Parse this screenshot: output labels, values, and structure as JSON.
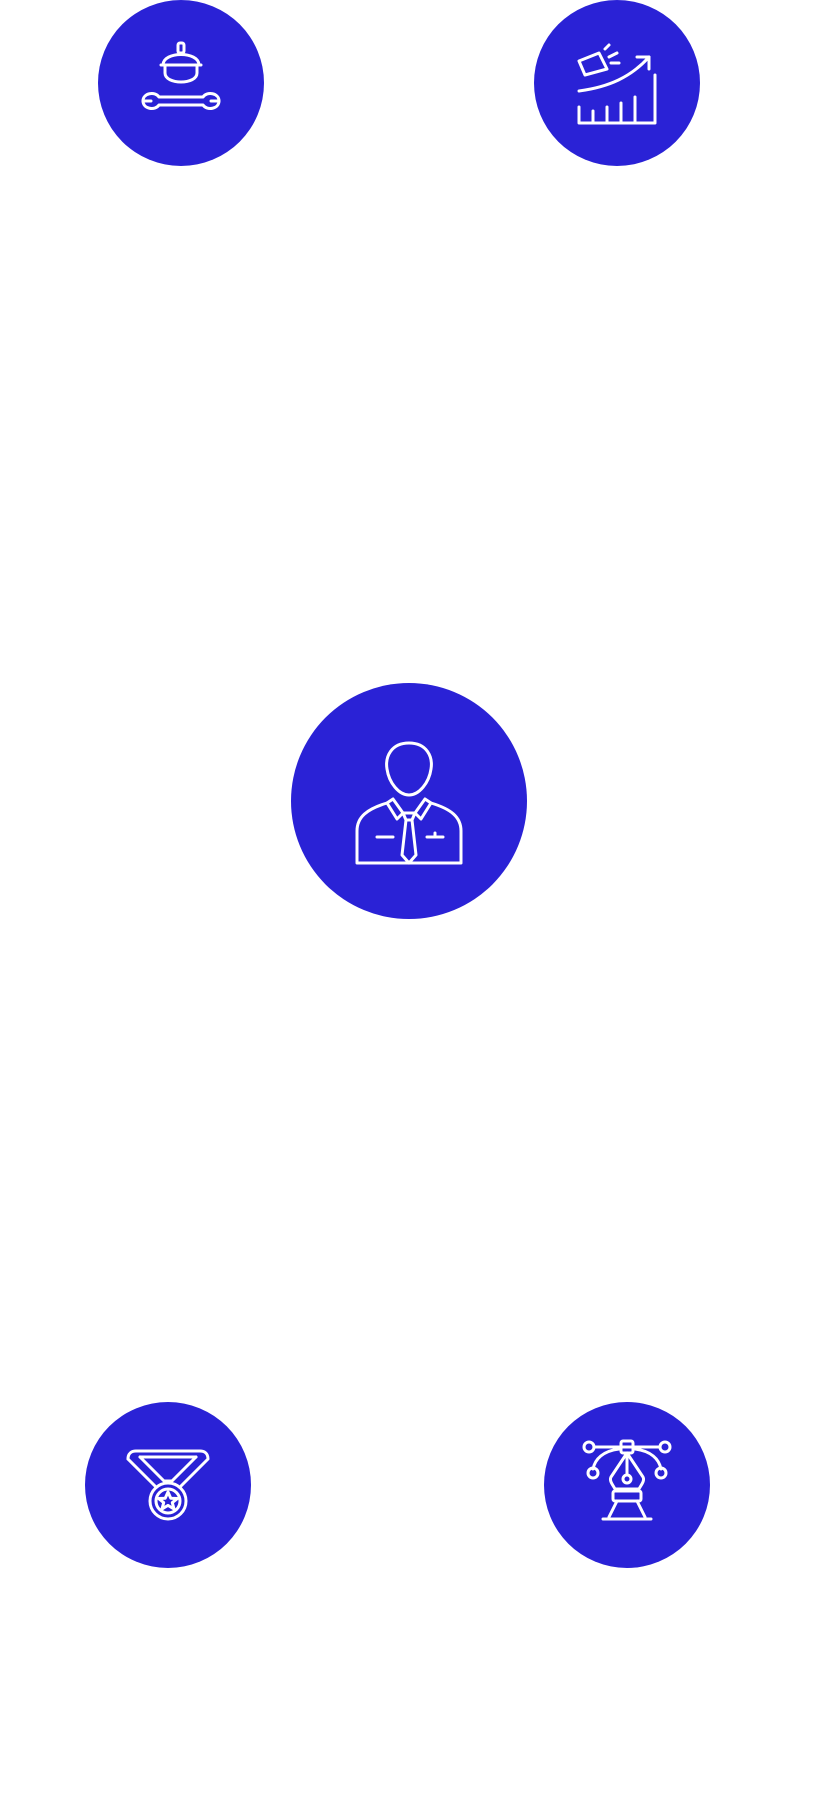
{
  "colors": {
    "accent": "#2a22d6",
    "icon_stroke": "#ffffff",
    "background": "#ffffff"
  },
  "icons": [
    {
      "id": "worker",
      "name": "worker-wrench-icon"
    },
    {
      "id": "growth",
      "name": "marketing-growth-icon"
    },
    {
      "id": "person",
      "name": "businessman-icon"
    },
    {
      "id": "medal",
      "name": "medal-award-icon"
    },
    {
      "id": "design",
      "name": "pen-tool-design-icon"
    }
  ]
}
